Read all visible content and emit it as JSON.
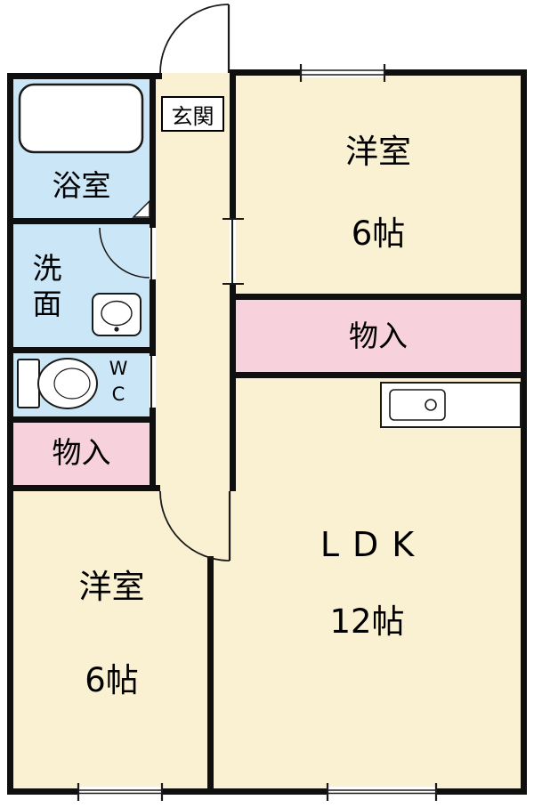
{
  "title": "2LDK apartment floor plan",
  "colors": {
    "wall": "#0f0f0f",
    "room_cream": "#FAF0D2",
    "wet_area_blue": "#CBE7F7",
    "closet_pink": "#F7D2DD",
    "background": "#FFFFFF"
  },
  "rooms": {
    "genkan": {
      "label": "玄関"
    },
    "bath": {
      "label": "浴室"
    },
    "washroom": {
      "label": "洗面"
    },
    "wc": {
      "label": "WC"
    },
    "closet_left": {
      "label": "物入"
    },
    "closet_right": {
      "label": "物入"
    },
    "western_room_top": {
      "label": "洋室",
      "size": "6帖"
    },
    "western_room_bottom": {
      "label": "洋室",
      "size": "6帖"
    },
    "ldk": {
      "label": "LDK",
      "size": "12帖"
    }
  },
  "fixtures": {
    "bathtub": "bathtub-icon",
    "wash_basin": "wash-basin-icon",
    "toilet": "toilet-icon",
    "kitchen_counter": "kitchen-counter-icon",
    "kitchen_sink": "kitchen-sink-icon"
  }
}
